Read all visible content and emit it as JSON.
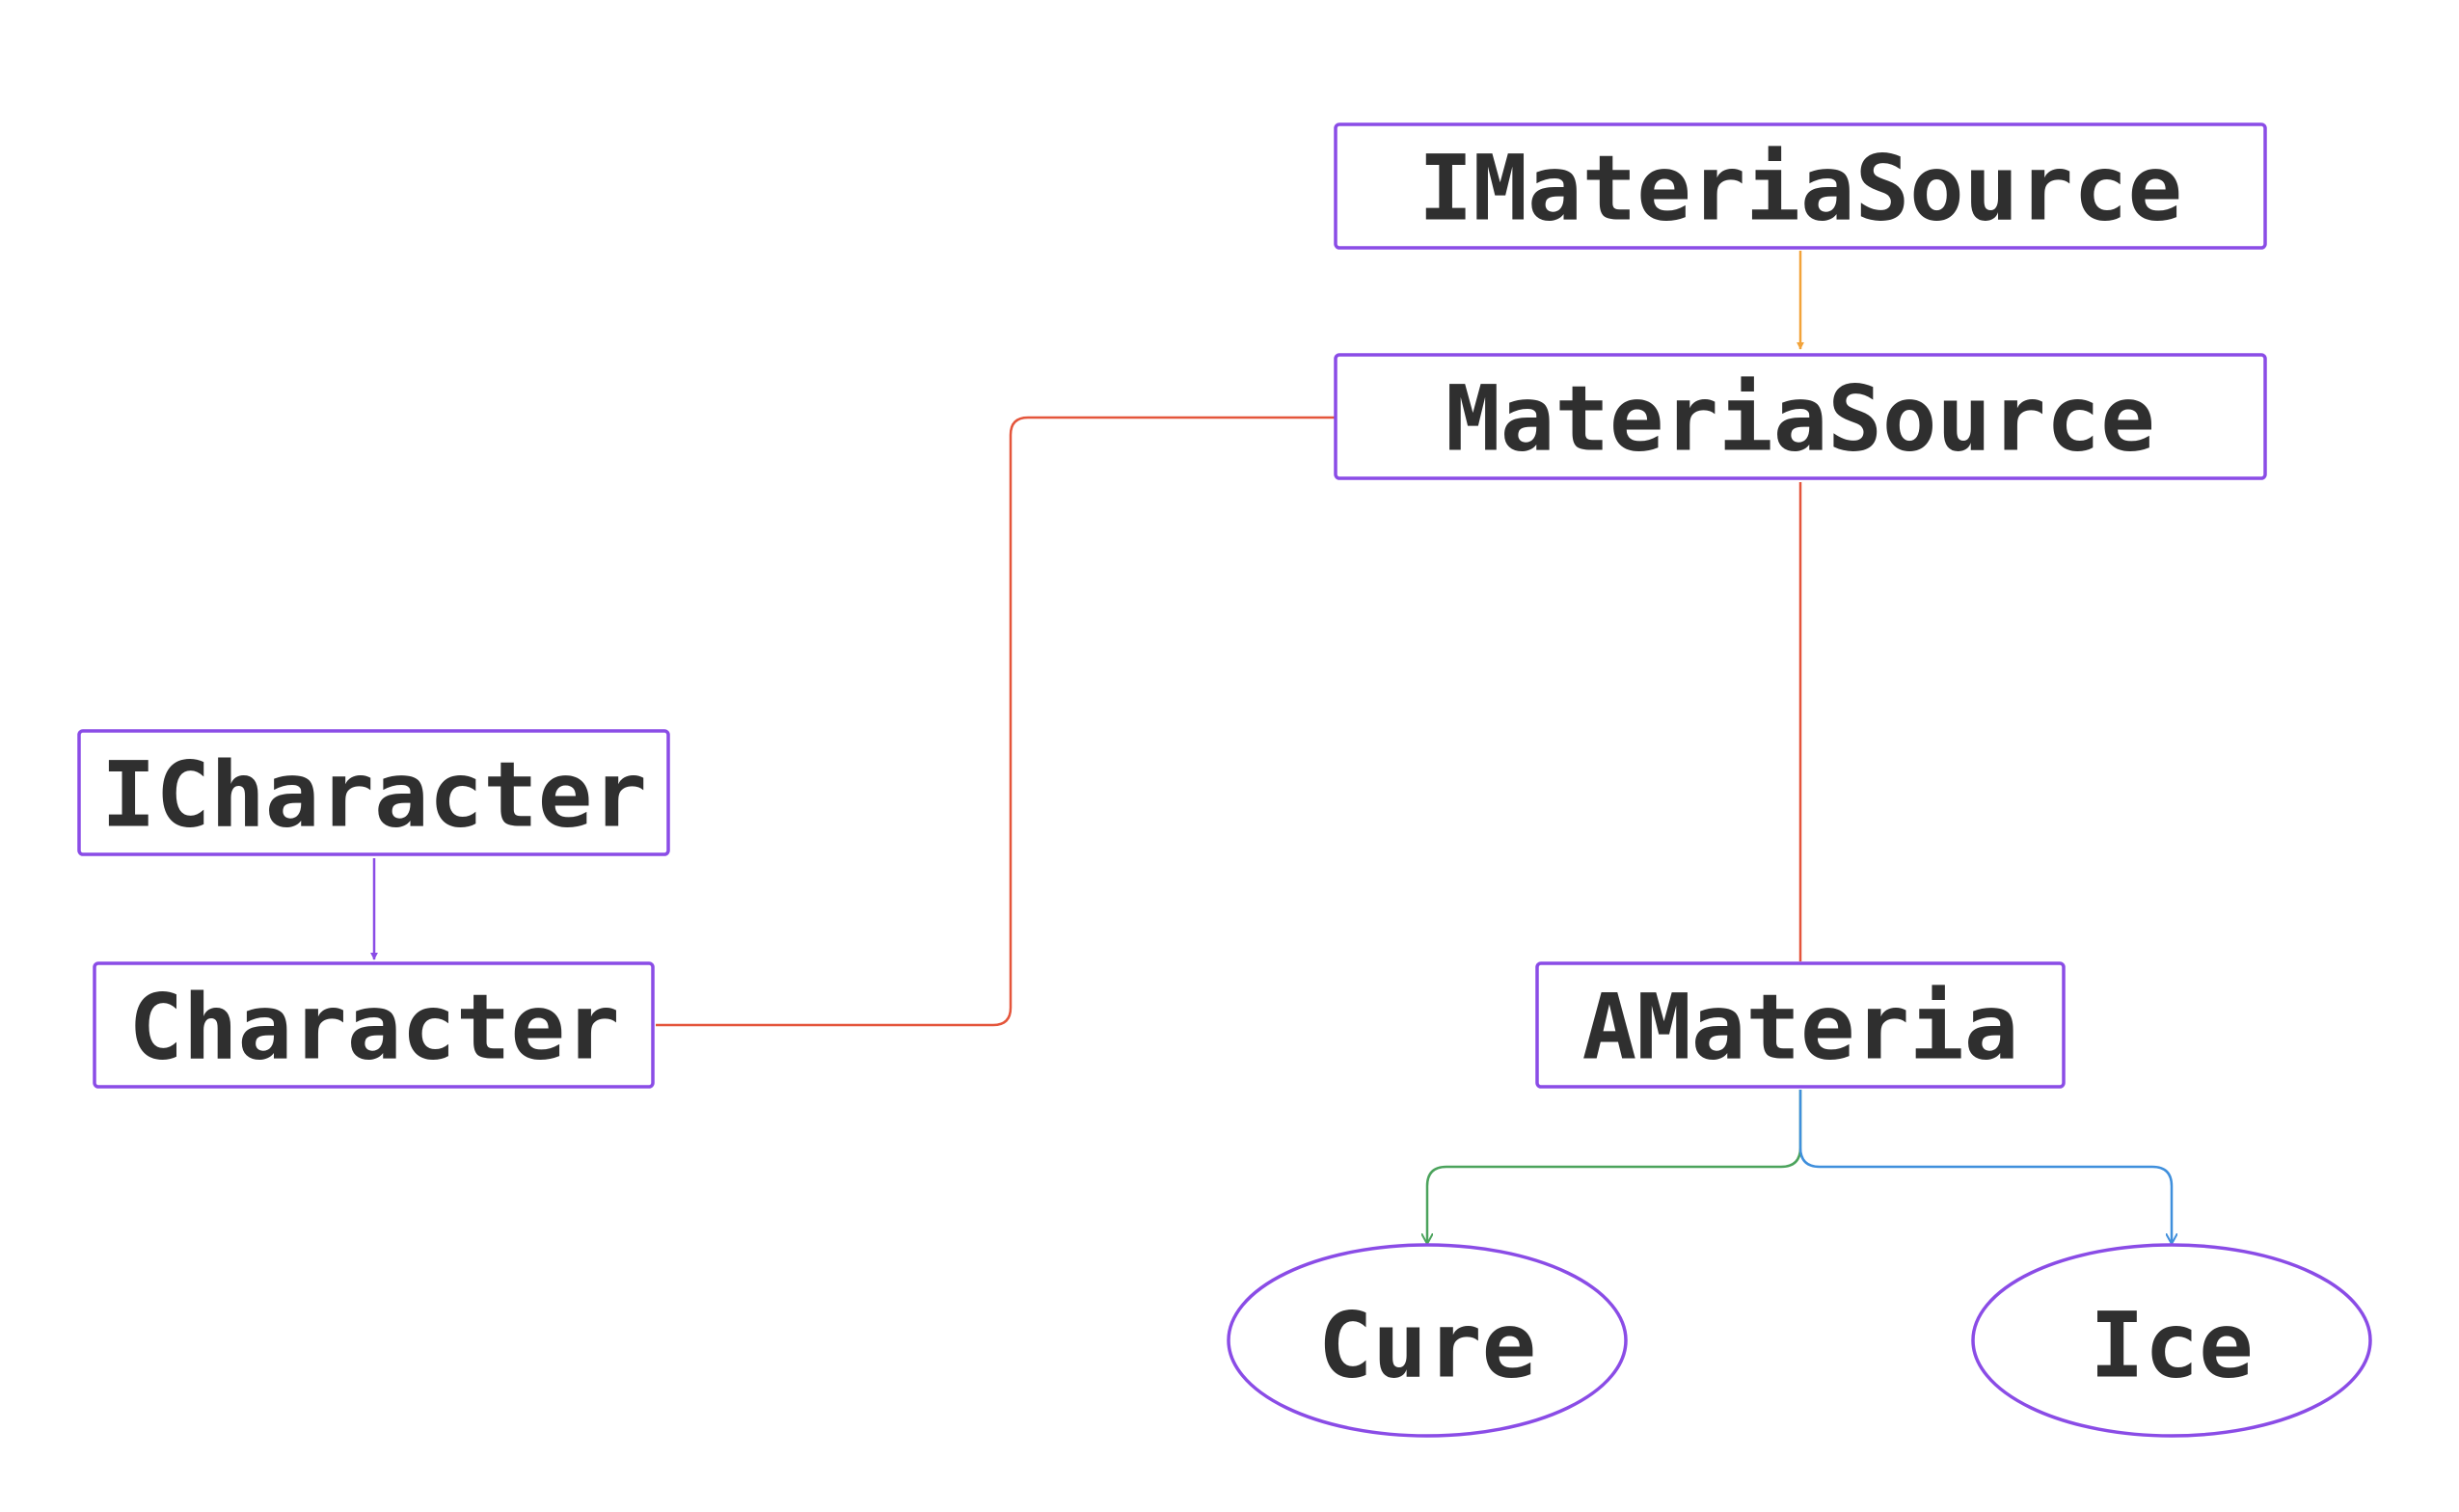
{
  "diagram": {
    "nodes": {
      "imateriasource": {
        "label": "IMateriaSource",
        "shape": "rectangle"
      },
      "materiasource": {
        "label": "MateriaSource",
        "shape": "rectangle"
      },
      "icharacter": {
        "label": "ICharacter",
        "shape": "rectangle"
      },
      "character": {
        "label": "Character",
        "shape": "rectangle"
      },
      "amateria": {
        "label": "AMateria",
        "shape": "rectangle"
      },
      "cure": {
        "label": "Cure",
        "shape": "ellipse"
      },
      "ice": {
        "label": "Ice",
        "shape": "ellipse"
      }
    },
    "edges": [
      {
        "from": "IMateriaSource",
        "to": "MateriaSource",
        "arrow": true,
        "color": "#f2a33a"
      },
      {
        "from": "ICharacter",
        "to": "Character",
        "arrow": true,
        "color": "#8a4ce6"
      },
      {
        "from": "Character",
        "to": "MateriaSource",
        "arrow": false,
        "color": "#e4553b"
      },
      {
        "from": "MateriaSource",
        "to": "AMateria",
        "arrow": false,
        "color": "#e4553b"
      },
      {
        "from": "AMateria",
        "to": "Cure",
        "arrow": true,
        "color": "#4ba35c"
      },
      {
        "from": "AMateria",
        "to": "Ice",
        "arrow": true,
        "color": "#3f8fdc"
      }
    ],
    "colors": {
      "node_border": "#8a4ce6",
      "label_text": "#2f2f2f",
      "background": "#ffffff"
    }
  }
}
